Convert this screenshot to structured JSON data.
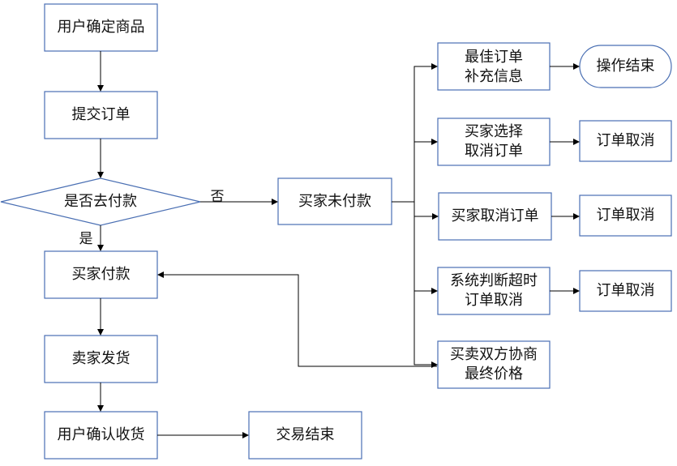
{
  "nodes": {
    "user_confirm_product": "用户确定商品",
    "submit_order": "提交订单",
    "decide_pay": "是否去付款",
    "buyer_pay": "买家付款",
    "seller_ship": "卖家发货",
    "user_confirm_receipt": "用户确认收货",
    "trade_end": "交易结束",
    "buyer_not_paid": "买家未付款",
    "best_order_line1": "最佳订单",
    "best_order_line2": "补充信息",
    "operation_end": "操作结束",
    "buyer_choose_line1": "买家选择",
    "buyer_choose_line2": "取消订单",
    "cancel_1": "订单取消",
    "buyer_cancel_order": "买家取消订单",
    "cancel_2": "订单取消",
    "system_timeout_line1": "系统判断超时",
    "system_timeout_line2": "订单取消",
    "cancel_3": "订单取消",
    "negotiate_line1": "买卖双方协商",
    "negotiate_line2": "最终价格"
  },
  "edge_labels": {
    "no": "否",
    "yes": "是"
  },
  "colors": {
    "node_border": "#4a6fb3",
    "edge": "#000000"
  }
}
